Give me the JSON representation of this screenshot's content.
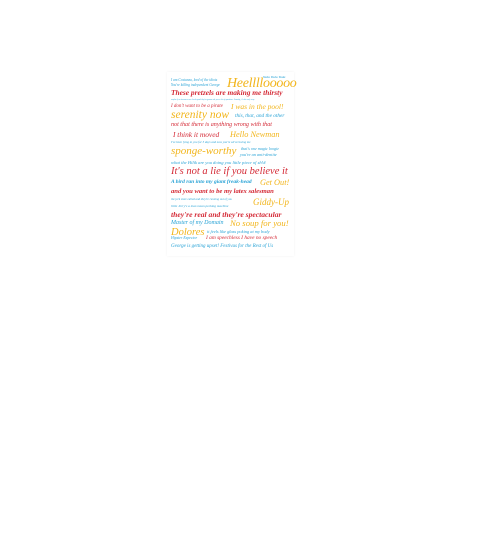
{
  "colors": {
    "blue": "#29a3d6",
    "red": "#d42a36",
    "yellow": "#f2b51b"
  },
  "quotes": {
    "q01": "Yada Yada Yada",
    "q02": "I am Costanza, lord of the idiots",
    "q03": "Heellllooooo",
    "q04": "You're killing independent George",
    "q05": "These pretzels are making me thirsty",
    "q06": "maybe if we increase our clock speed they're gonna ask you a lot of questions. Serenity, it's the only way.",
    "q07": "I don't want to be a pirate",
    "q08": "I was in the pool!",
    "q09": "serenity now",
    "q10": "this, that, and the other",
    "q11": "not that there is anything wrong with that",
    "q12": "I think it moved",
    "q13": "Hello Newman",
    "q14": "I've been lying to you for 3 days and now you're all screwing me",
    "q15": "sponge-worthy",
    "q16": "that's one magic loogie",
    "q17": "you're an anti-dentite",
    "q18": "what the Hilik are you doing you little piece of sh!#",
    "q19": "It's not a lie if you believe it",
    "q20": "A bird ran into my giant freak-head",
    "q21": "Get Out!",
    "q22": "and you want to be my latex salesman",
    "q23": "the jerk store called and they're running out of you",
    "q24": "little Jerry's a lean mean pecking machine",
    "q25": "Giddy-Up",
    "q26": "they're real and they're spectacular",
    "q27": "Master of my Domain",
    "q28": "No soup for you!",
    "q29": "Dolores",
    "q30": "it feels like glass poking at my body",
    "q31": "Hipster Expector",
    "q32": "I am speechless I have no speech",
    "q33": "George is getting upset! Festivus for the Rest of Us"
  }
}
